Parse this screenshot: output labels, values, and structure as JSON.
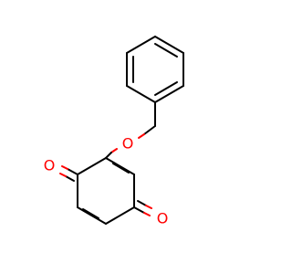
{
  "molecule": {
    "atoms": [
      {
        "id": "o-ether",
        "symbol": "O",
        "color": "#ff0000"
      },
      {
        "id": "o-ketone-left",
        "symbol": "O",
        "color": "#ff0000"
      },
      {
        "id": "o-ketone-right",
        "symbol": "O",
        "color": "#ff0000"
      }
    ],
    "colors": {
      "carbon_bond": "#000000",
      "oxygen": "#ff0000",
      "background": "#ffffff"
    }
  }
}
